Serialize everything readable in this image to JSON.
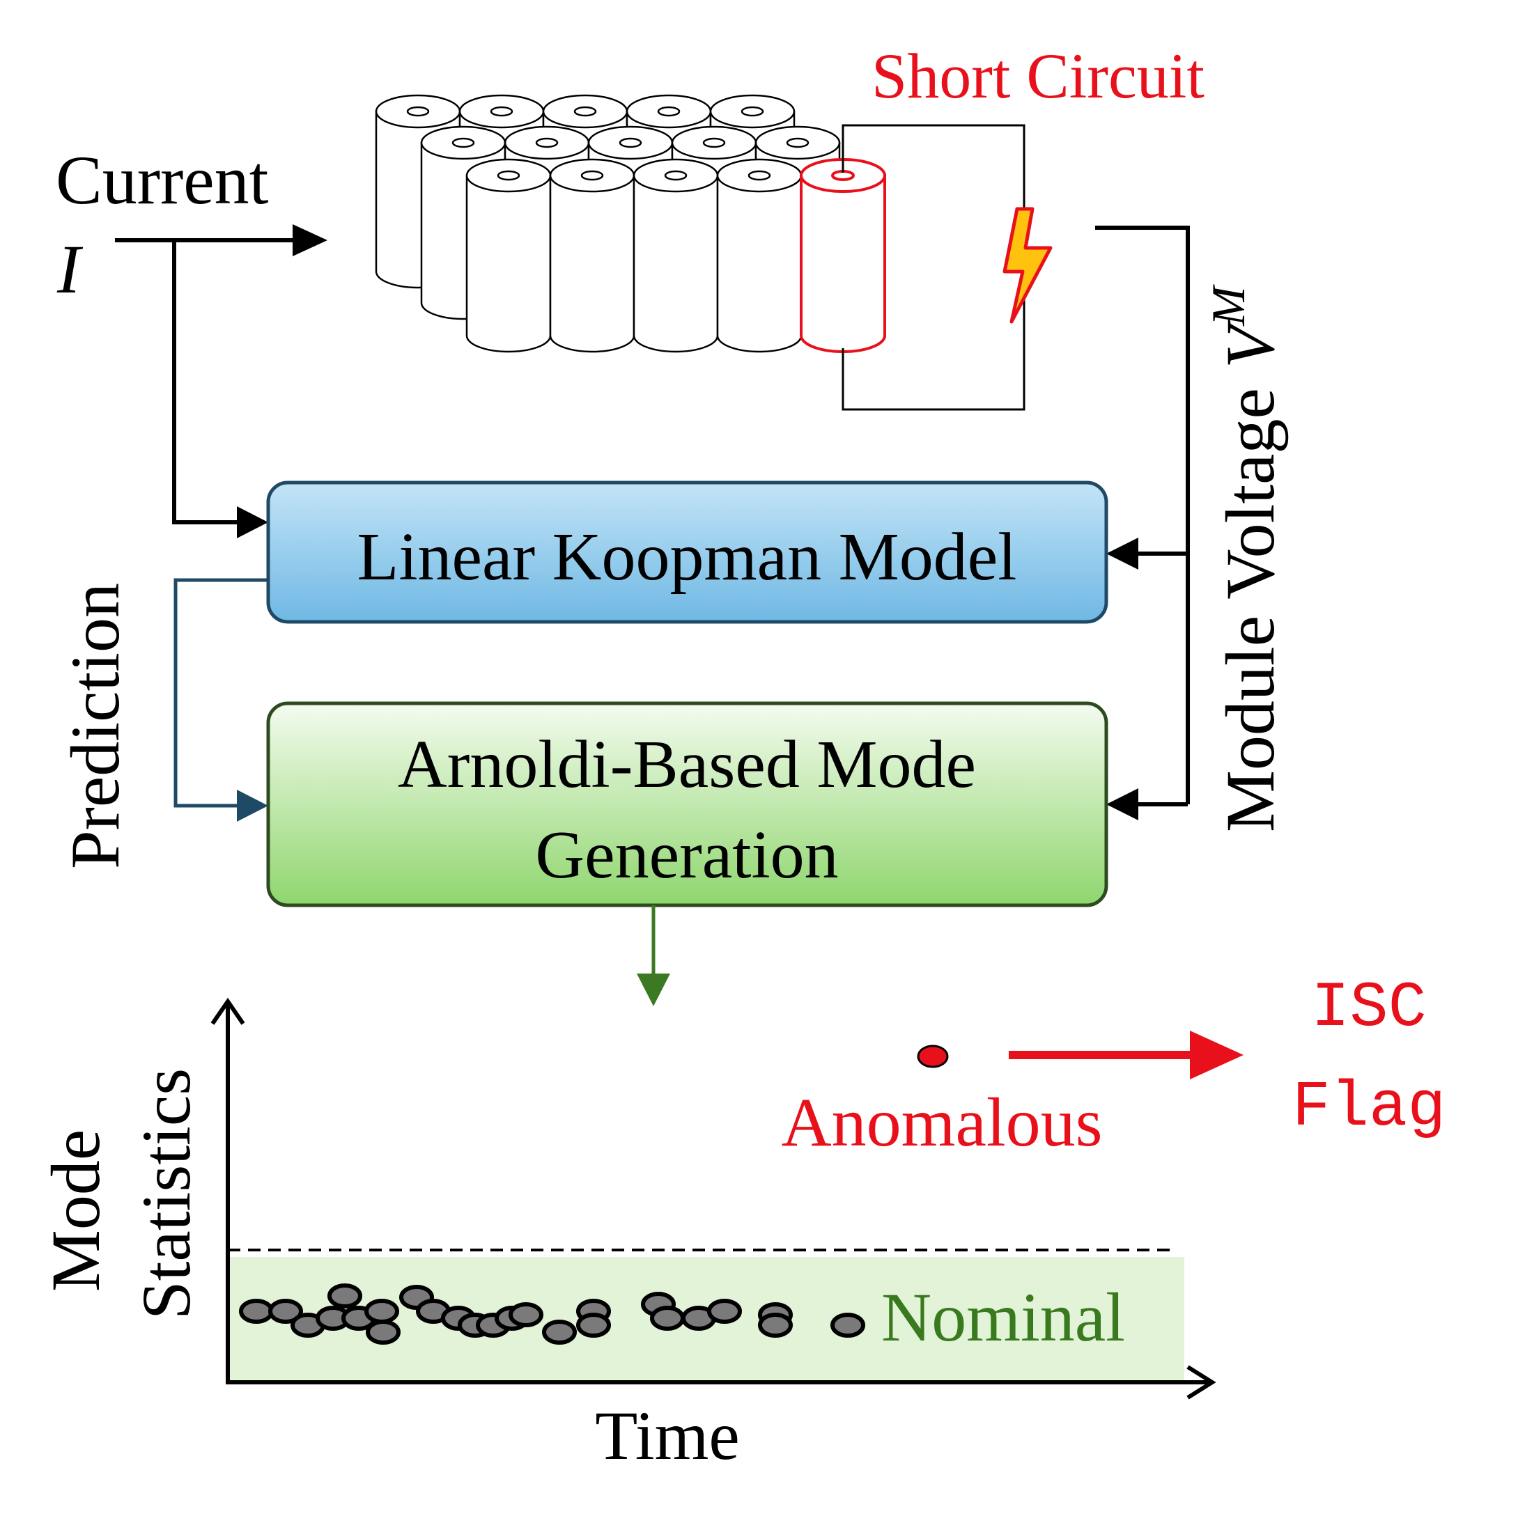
{
  "labels": {
    "short_circuit": "Short Circuit",
    "current": "Current",
    "current_symbol": "I",
    "module_voltage": "Module Voltage",
    "voltage_symbol": "V",
    "voltage_superscript": "M",
    "prediction": "Prediction",
    "koopman_box": "Linear Koopman Model",
    "arnoldi_line1": "Arnoldi-Based Mode",
    "arnoldi_line2": "Generation",
    "y_axis_line1": "Mode",
    "y_axis_line2": "Statistics",
    "x_axis": "Time",
    "nominal": "Nominal",
    "anomalous": "Anomalous",
    "isc_line1": "ISC",
    "isc_line2": "Flag"
  },
  "colors": {
    "fault": "#e8101a",
    "nominal_text": "#3a7a1e",
    "nominal_band": "#e2f3d8",
    "koopman_fill_top": "#c3e4f6",
    "koopman_fill_bottom": "#6fb8e4",
    "koopman_border": "#1f4a66",
    "arnoldi_fill_top": "#f4fbef",
    "arnoldi_fill_bottom": "#8fd66e",
    "arnoldi_border": "#2d4b1f",
    "prediction_line": "#1f4a66",
    "arnoldi_arrow": "#3b7a22",
    "lightning_fill": "#ffc20e",
    "point_fill": "#7a7a7a"
  }
}
